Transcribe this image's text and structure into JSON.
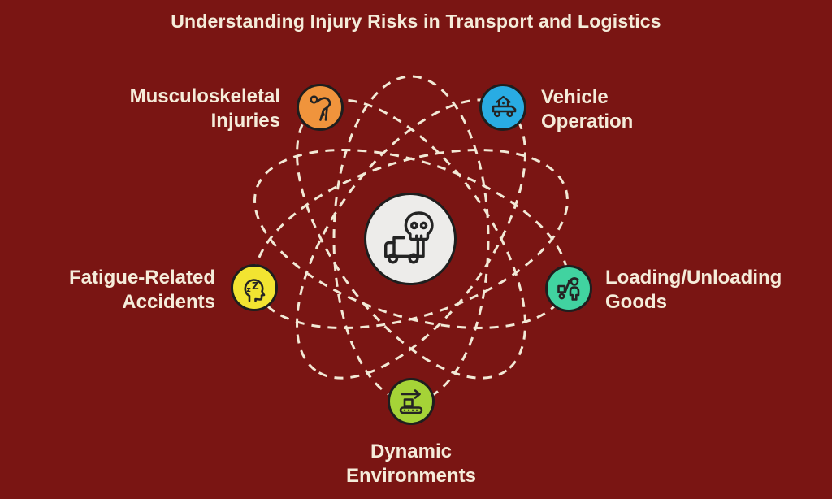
{
  "title": "Understanding Injury Risks in Transport and Logistics",
  "colors": {
    "background": "#7A1513",
    "text": "#F5ECDA",
    "orbit": "#F2E9D6",
    "center_fill": "#EDECEA",
    "outline": "#242424"
  },
  "center": {
    "icon": "skull-truck-icon"
  },
  "nodes": [
    {
      "id": "musculoskeletal-injuries",
      "label_line1": "Musculoskeletal",
      "label_line2": "Injuries",
      "color": "#F0943C",
      "icon": "bending-person-icon"
    },
    {
      "id": "vehicle-operation",
      "label_line1": "Vehicle",
      "label_line2": "Operation",
      "color": "#29ACE3",
      "icon": "moving-truck-icon"
    },
    {
      "id": "fatigue-related-accidents",
      "label_line1": "Fatigue-Related",
      "label_line2": "Accidents",
      "color": "#F2E431",
      "icon": "sleepy-head-icon"
    },
    {
      "id": "loading-unloading-goods",
      "label_line1": "Loading/Unloading",
      "label_line2": "Goods",
      "color": "#41D3A0",
      "icon": "porter-handtruck-icon"
    },
    {
      "id": "dynamic-environments",
      "label_line1": "Dynamic",
      "label_line2": "Environments",
      "color": "#A5D337",
      "icon": "conveyor-belt-icon"
    }
  ]
}
